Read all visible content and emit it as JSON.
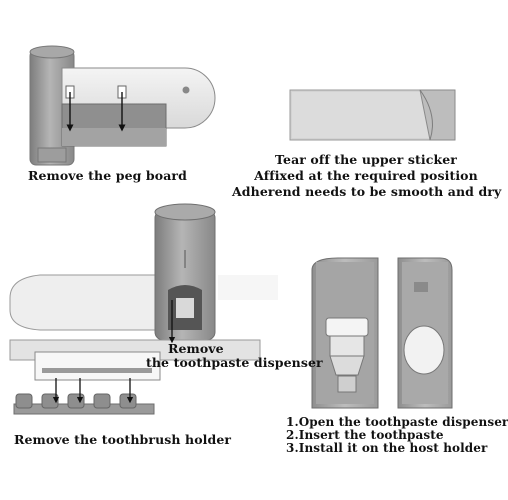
{
  "panel_peg_board": {
    "caption": "Remove the peg board"
  },
  "panel_sticker": {
    "lines": [
      "Tear off the upper sticker",
      "Affixed at the required position",
      "Adherend needs to be smooth and dry"
    ]
  },
  "panel_dispenser": {
    "caption_line1": "Remove",
    "caption_line2": "the toothpaste dispenser",
    "caption_bottom": "Remove the toothbrush holder"
  },
  "panel_install": {
    "steps": [
      "1.Open the toothpaste dispenser",
      "2.Insert the toothpaste",
      "3.Install it on the host holder"
    ]
  },
  "colors": {
    "body_gray": "#9a9a9a",
    "light_gray": "#e2e2e2",
    "white_part": "#f2f2f2",
    "edge": "#777777"
  }
}
